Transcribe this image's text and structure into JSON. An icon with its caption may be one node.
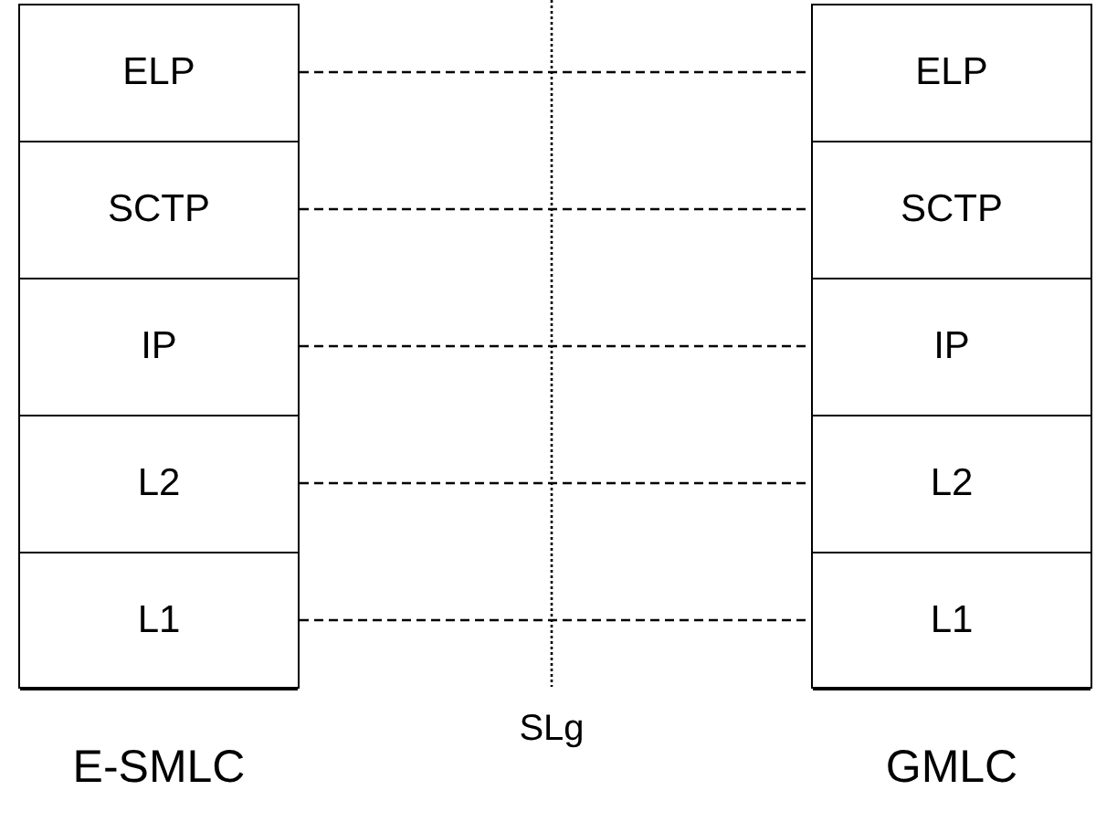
{
  "diagram": {
    "nodes": [
      {
        "text": [
          "E-SMLC"
        ]
      },
      {
        "text": [
          "ELP"
        ],
        "in": 0
      },
      {
        "text": [
          "SCTP"
        ],
        "in": 0
      },
      {
        "text": [
          "IP"
        ],
        "in": 0
      },
      {
        "text": [
          "L2"
        ],
        "in": 0
      },
      {
        "text": [
          "L1"
        ],
        "in": 0
      },
      {
        "text": [
          "GMLC"
        ]
      },
      {
        "text": [
          "ELP"
        ],
        "in": 6
      },
      {
        "text": [
          "SCTP"
        ],
        "in": 6
      },
      {
        "text": [
          "IP"
        ],
        "in": 6
      },
      {
        "text": [
          "L2"
        ],
        "in": 6
      },
      {
        "text": [
          "L1"
        ],
        "in": 6
      }
    ],
    "edges": [
      {
        "from": 1,
        "to": 7,
        "arrow": "none",
        "style": "dashed"
      },
      {
        "from": 2,
        "to": 8,
        "arrow": "none",
        "style": "dashed"
      },
      {
        "from": 3,
        "to": 9,
        "arrow": "none",
        "style": "dashed"
      },
      {
        "from": 4,
        "to": 10,
        "arrow": "none",
        "style": "dashed"
      },
      {
        "from": 5,
        "to": 11,
        "arrow": "none",
        "style": "dashed"
      }
    ],
    "labels": [
      "SLg"
    ]
  }
}
